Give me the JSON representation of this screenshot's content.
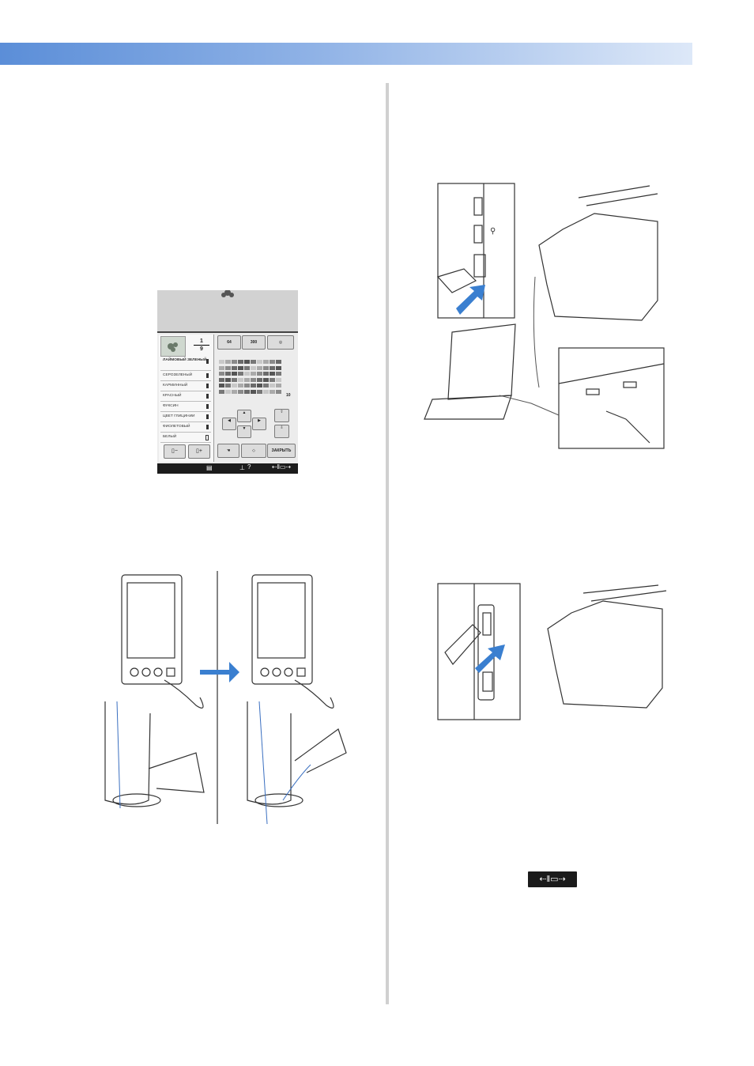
{
  "lcd": {
    "counter_current": "1",
    "counter_total": "9",
    "thread_colors": [
      "ЛАЙМОВЫЙ ЗЕЛЕНЫЙ",
      "СЕРОЗЕЛЕНЫЙ",
      "КАРМИННЫЙ",
      "КРАСНЫЙ",
      "ФУКСИН",
      "ЦВЕТ ГЛИЦИНИИ",
      "ФИОЛЕТОВЫЙ",
      "БЕЛЫЙ"
    ],
    "button_64": "64",
    "button_300": "300",
    "grid_number": "10",
    "close_button": "ЗАКРЫТЬ",
    "thread_minus": "−",
    "thread_plus": "+",
    "help_glyph": "?"
  },
  "icons": {
    "thread_cutter_key": "thread-cutter-key-icon",
    "usb_symbol": "usb-icon"
  },
  "colors": {
    "header_start": "#5b8ed8",
    "header_end": "#dde8f8",
    "arrow_blue": "#3a7fd0"
  }
}
